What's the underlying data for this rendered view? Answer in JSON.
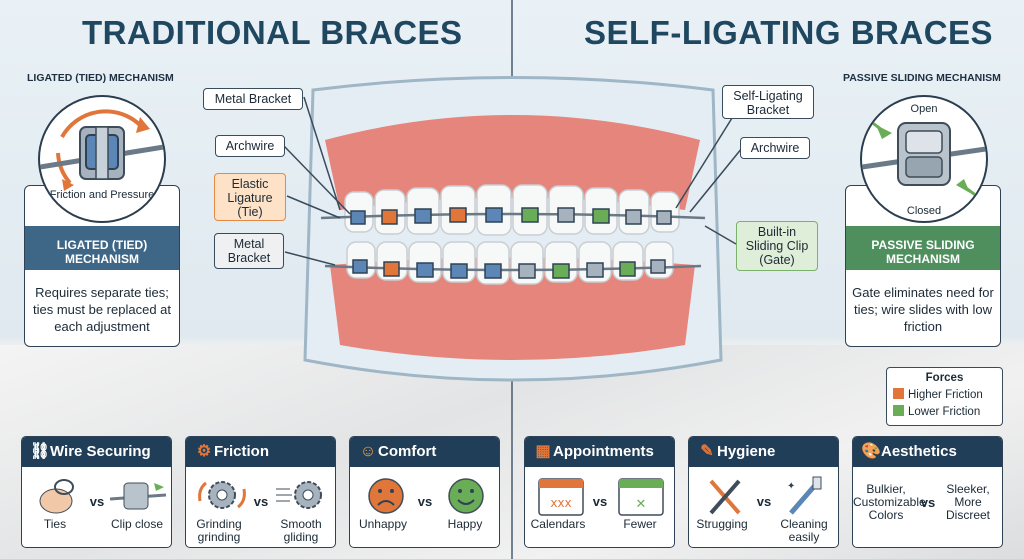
{
  "left": {
    "title": "TRADITIONAL BRACES",
    "header_small": "LIGATED (TIED) MECHANISM",
    "circle_caption": "Friction and Pressure",
    "card_band": "LIGATED (TIED) MECHANISM",
    "card_text": "Requires separate ties; ties must be replaced at each adjustment",
    "callouts": {
      "metal_bracket_top": "Metal Bracket",
      "archwire": "Archwire",
      "elastic_ligature": "Elastic Ligature (Tie)",
      "metal_bracket_bottom": "Metal Bracket"
    }
  },
  "right": {
    "title": "SELF-LIGATING BRACES",
    "header_small": "PASSIVE SLIDING MECHANISM",
    "circle_open": "Open",
    "circle_closed": "Closed",
    "card_band": "PASSIVE SLIDING MECHANISM",
    "card_text": "Gate eliminates need for ties; wire slides with low friction",
    "callouts": {
      "self_ligating_bracket": "Self-Ligating Bracket",
      "archwire": "Archwire",
      "sliding_clip": "Built-in Sliding Clip (Gate)"
    }
  },
  "legend": {
    "title": "Forces",
    "higher": "Higher Friction",
    "lower": "Lower Friction",
    "higher_color": "#e0763a",
    "lower_color": "#6aad57"
  },
  "panels": [
    {
      "title": "Wire Securing",
      "icon": "link-icon",
      "left_label": "Ties",
      "right_label": "Clip close"
    },
    {
      "title": "Friction",
      "icon": "gears-icon",
      "left_label": "Grinding grinding",
      "right_label": "Smooth gliding"
    },
    {
      "title": "Comfort",
      "icon": "smiley-icon",
      "left_label": "Unhappy",
      "right_label": "Happy"
    },
    {
      "title": "Appointments",
      "icon": "calendar-icon",
      "left_label": "Calendars",
      "right_label": "Fewer"
    },
    {
      "title": "Hygiene",
      "icon": "toothbrush-icon",
      "left_label": "Strugging",
      "right_label": "Cleaning easily"
    },
    {
      "title": "Aesthetics",
      "icon": "palette-icon",
      "left_label": "Bulkier, Customizable Colors",
      "right_label": "Sleeker, More Discreet"
    }
  ],
  "vs_label": "vs",
  "colors": {
    "navy": "#203e57",
    "left_band": "#3d6687",
    "right_band": "#4f8f5e",
    "gum": "#e5857b"
  }
}
